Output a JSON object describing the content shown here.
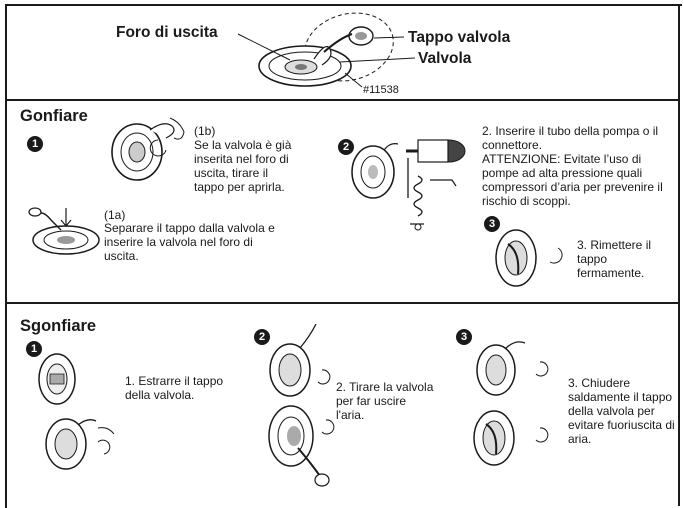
{
  "top": {
    "label_outlet": "Foro di uscita",
    "label_cap": "Tappo valvola",
    "label_valve": "Valvola",
    "part_number": "#11538"
  },
  "inflate": {
    "heading": "Gonfiare",
    "step1": "1",
    "step1b_tag": "(1b)",
    "step1b_text": "Se la valvola è già inserita nel foro di uscita, tirare il tappo per aprirla.",
    "step1a_tag": "(1a)",
    "step1a_text": "Separare il tappo dalla valvola e inserire la valvola nel foro di uscita.",
    "step2": "2",
    "step2_text": "2. Inserire il tubo della pompa o il connettore.",
    "step2_warning": "ATTENZIONE: Evitate l’uso di pompe ad alta pressione quali compressori d’aria per prevenire il rischio di scoppi.",
    "step3": "3",
    "step3_text": "3. Rimettere il tappo fermamente."
  },
  "deflate": {
    "heading": "Sgonfiare",
    "step1": "1",
    "step1_text": "1. Estrarre il tappo della valvola.",
    "step2": "2",
    "step2_text": "2. Tirare la valvola per far uscire l'aria.",
    "step3": "3",
    "step3_text": "3. Chiudere saldamente il tappo della valvola per evitare fuoriuscita di aria."
  }
}
